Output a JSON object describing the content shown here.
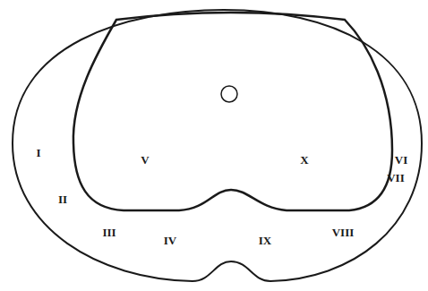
{
  "diagram": {
    "labels": [
      "I",
      "II",
      "III",
      "IV",
      "V",
      "VI",
      "VII",
      "VIII",
      "IX",
      "X"
    ]
  }
}
